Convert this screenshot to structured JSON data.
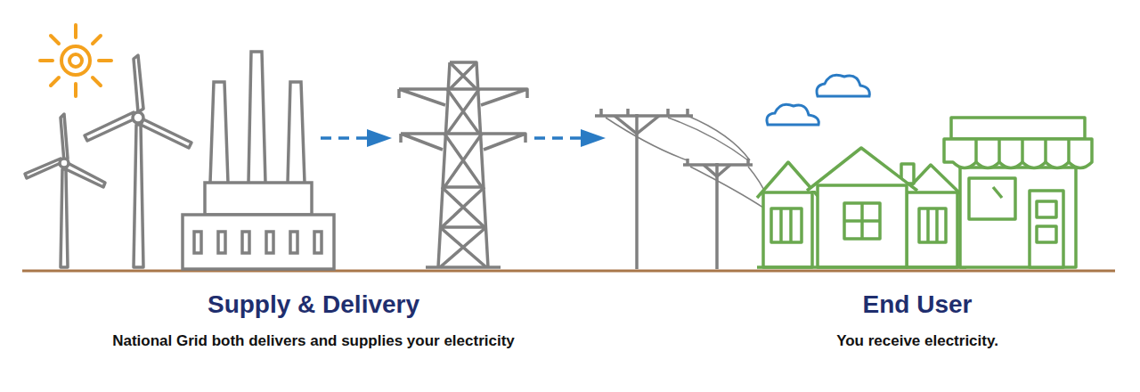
{
  "diagram": {
    "labels": [
      "Supply & Delivery",
      "National Grid both delivers and supplies your electricity",
      "End User",
      "You receive electricity."
    ]
  }
}
